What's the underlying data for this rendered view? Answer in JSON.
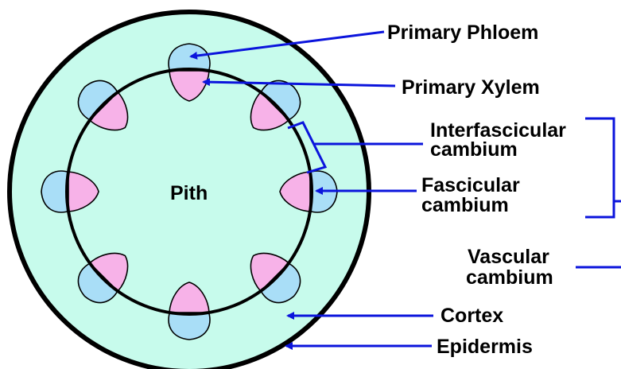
{
  "colors": {
    "cortex": "#c7fbec",
    "phloem": "#a9def7",
    "xylem": "#f7b2e8",
    "outline": "#000000",
    "pointer": "#0b14dc",
    "background": "#ffffff"
  },
  "labels": {
    "pith": "Pith",
    "primary_phloem": "Primary Phloem",
    "primary_xylem": "Primary Xylem",
    "interfascicular_line1": "Interfascicular",
    "interfascicular_line2": "cambium",
    "fascicular_line1": "Fascicular",
    "fascicular_line2": "cambium",
    "vascular_line1": "Vascular",
    "vascular_line2": "cambium",
    "cortex": "Cortex",
    "epidermis": "Epidermis"
  }
}
